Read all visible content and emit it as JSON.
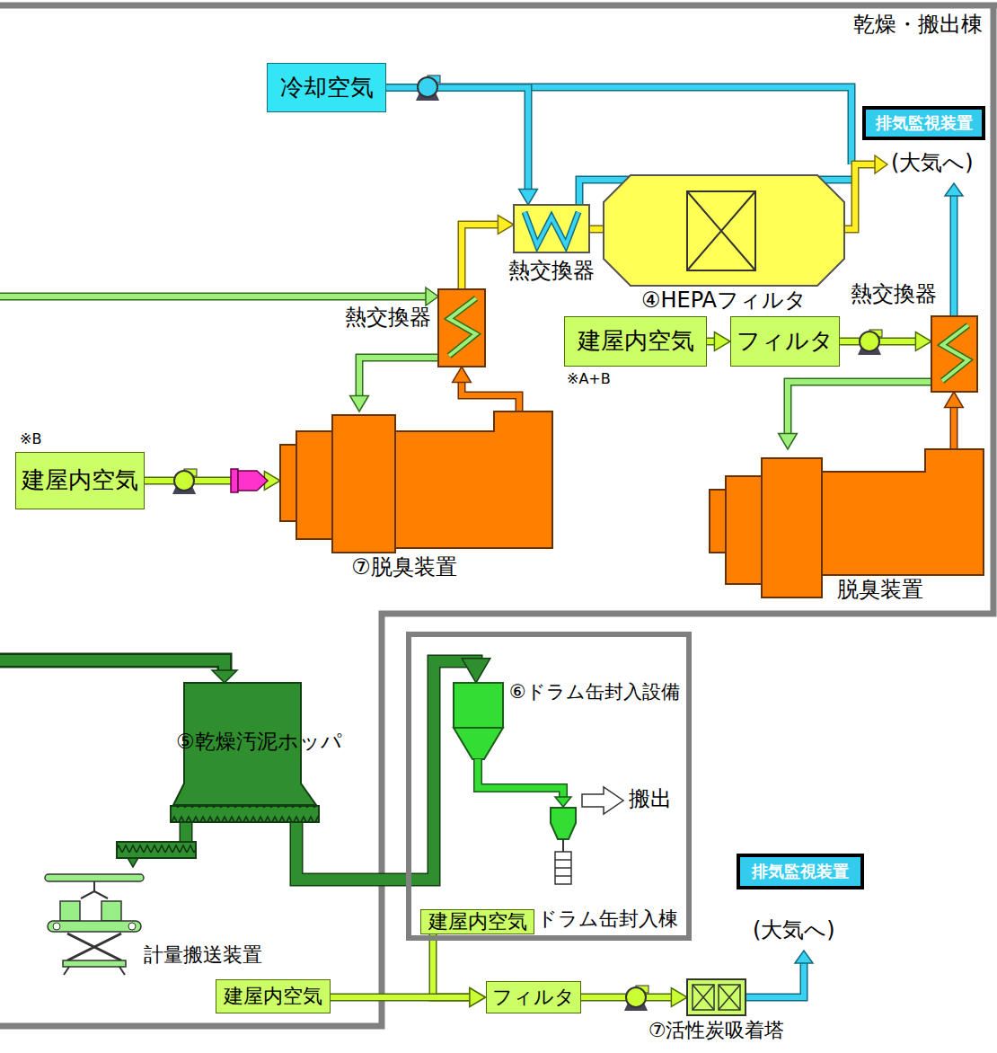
{
  "diagram": {
    "nodes": [
      {
        "text": [
          "冷却空気"
        ]
      },
      {
        "text": [
          "排気監視装置"
        ]
      },
      {
        "text": [
          "熱交換器"
        ]
      },
      {
        "text": [
          "④HEPAフィルタ"
        ]
      },
      {
        "text": [
          "熱交換器"
        ]
      },
      {
        "text": [
          "熱交換器"
        ]
      },
      {
        "text": [
          "建屋内空気",
          "※A+B"
        ]
      },
      {
        "text": [
          "フィルタ"
        ]
      },
      {
        "text": [
          "※B",
          "建屋内空気"
        ]
      },
      {
        "text": [
          "⑦脱臭装置"
        ]
      },
      {
        "text": [
          "脱臭装置"
        ]
      },
      {
        "text": [
          "⑤乾燥汚泥ホッパ"
        ]
      },
      {
        "text": [
          "ドラム缶封入棟"
        ]
      },
      {
        "text": [
          "⑥ドラム缶封入設備"
        ],
        "in": 12
      },
      {
        "text": [
          "建屋内空気"
        ],
        "in": 12
      },
      {
        "text": [
          "計量搬送装置"
        ]
      },
      {
        "text": [
          "排気監視装置"
        ]
      },
      {
        "text": [
          "建屋内空気"
        ]
      },
      {
        "text": [
          "フィルタ"
        ]
      },
      {
        "text": [
          "⑦活性炭吸着塔"
        ]
      }
    ],
    "edges": [
      {
        "from": 0,
        "to": 2,
        "arrow": "to"
      },
      {
        "from": 4,
        "to": 2,
        "arrow": "to"
      },
      {
        "from": 2,
        "to": 3,
        "arrow": "none"
      },
      {
        "from": 9,
        "to": 4,
        "arrow": "to"
      },
      {
        "from": 4,
        "to": 9,
        "arrow": "to"
      },
      {
        "from": 8,
        "to": 9,
        "arrow": "to"
      },
      {
        "from": 6,
        "to": 7,
        "arrow": "to"
      },
      {
        "from": 7,
        "to": 5,
        "arrow": "to"
      },
      {
        "from": 5,
        "to": 10,
        "arrow": "to"
      },
      {
        "from": 10,
        "to": 5,
        "arrow": "to"
      },
      {
        "from": 11,
        "to": 15,
        "arrow": "to"
      },
      {
        "from": 11,
        "to": 13,
        "arrow": "to"
      },
      {
        "from": 14,
        "to": 18,
        "arrow": "to"
      },
      {
        "from": 17,
        "to": 18,
        "arrow": "to"
      },
      {
        "from": 18,
        "to": 19,
        "arrow": "to"
      }
    ],
    "labels": [
      "乾燥・搬出棟",
      "(大気へ)",
      "搬出",
      "(大気へ)"
    ]
  }
}
